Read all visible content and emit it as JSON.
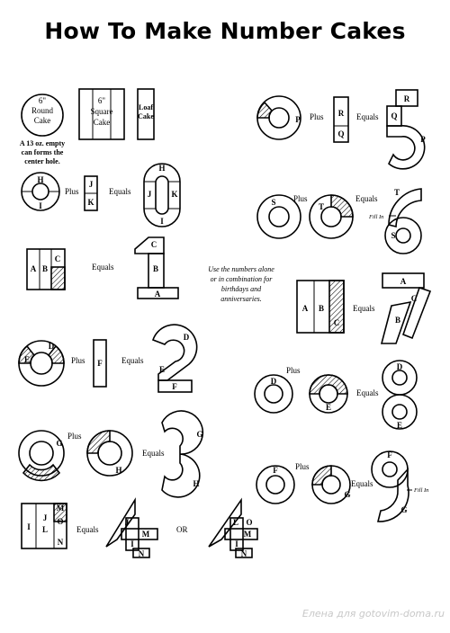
{
  "title": "How To Make Number Cakes",
  "pans": {
    "round": [
      "6\"",
      "Round",
      "Cake"
    ],
    "square": [
      "6\"",
      "Square",
      "Cake"
    ],
    "loaf": [
      "Loaf",
      "Cake"
    ],
    "note": [
      "A 13 oz. empty",
      "can forms the",
      "center hole."
    ]
  },
  "words": {
    "plus": "Plus",
    "equals": "Equals",
    "or": "OR",
    "fill_in": "Fill In"
  },
  "center_note": [
    "Use the numbers alone",
    "or in combination for",
    "birthdays and",
    "anniversaries."
  ],
  "watermark": "Елена для gotovim-doma.ru",
  "labels": {
    "zero": [
      "H",
      "I",
      "J",
      "K",
      "H",
      "J",
      "K",
      "I"
    ],
    "one": [
      "A",
      "B",
      "C",
      "C",
      "B",
      "A"
    ],
    "two": [
      "D",
      "E",
      "F",
      "D",
      "E",
      "F"
    ],
    "three": [
      "G",
      "H",
      "G",
      "H"
    ],
    "four": [
      "M",
      "O",
      "I",
      "J",
      "L",
      "N",
      "J",
      "M",
      "I",
      "N",
      "L",
      "O",
      "M",
      "I",
      "N"
    ],
    "five": [
      "P",
      "R",
      "Q",
      "R",
      "Q",
      "P"
    ],
    "six": [
      "S",
      "T",
      "T",
      "S"
    ],
    "seven": [
      "A",
      "B",
      "C",
      "A",
      "C",
      "B"
    ],
    "eight": [
      "D",
      "E",
      "D",
      "E"
    ],
    "nine": [
      "F",
      "G",
      "F",
      "G"
    ]
  },
  "colors": {
    "ink": "#000000",
    "background": "#ffffff",
    "watermark": "#c8c8c8"
  }
}
